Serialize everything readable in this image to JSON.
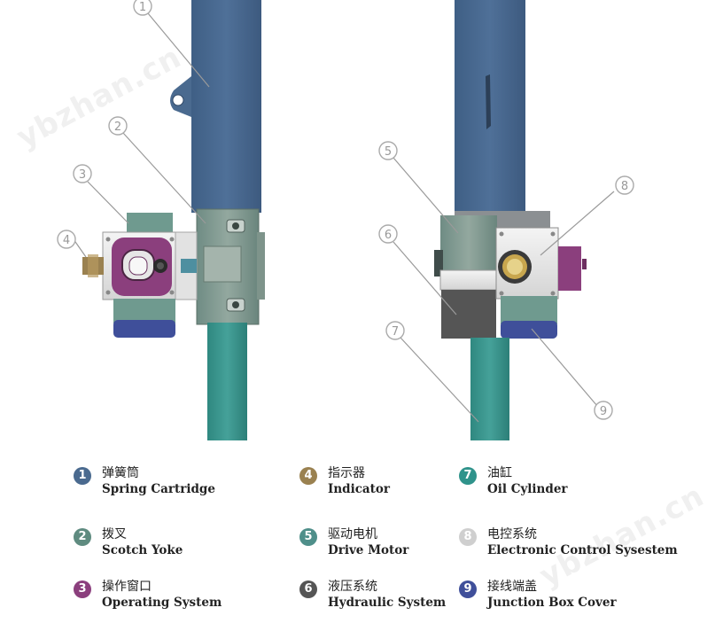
{
  "callouts": [
    "1",
    "2",
    "3",
    "4",
    "5",
    "6",
    "7",
    "8",
    "9"
  ],
  "watermark": "ybzhan.cn",
  "colors": {
    "spring_cartridge": "#4a6a8f",
    "oil_cylinder": "#3f9289",
    "yoke": "#8d9b94",
    "drive_motor": "#6f9a8f",
    "operating": "#8b3f7d",
    "indicator": "#9a8150",
    "junction": "#3f4f9a",
    "hydraulic": "#555555",
    "electronic": "#c9c9c9"
  },
  "legend": [
    {
      "num": "1",
      "cn": "弹簧筒",
      "en": "Spring Cartridge",
      "color": "#4a6a8f"
    },
    {
      "num": "2",
      "cn": "拨叉",
      "en": "Scotch Yoke",
      "color": "#5f8b80"
    },
    {
      "num": "3",
      "cn": "操作窗口",
      "en": "Operating System",
      "color": "#8b3f7d"
    },
    {
      "num": "4",
      "cn": "指示器",
      "en": "Indicator",
      "color": "#9a8150"
    },
    {
      "num": "5",
      "cn": "驱动电机",
      "en": "Drive Motor",
      "color": "#4f8f8a"
    },
    {
      "num": "6",
      "cn": "液压系统",
      "en": "Hydraulic System",
      "color": "#555555"
    },
    {
      "num": "7",
      "cn": "油缸",
      "en": "Oil Cylinder",
      "color": "#2f938b"
    },
    {
      "num": "8",
      "cn": "电控系统",
      "en": "Electronic Control Sysestem",
      "color": "#cfcfcf"
    },
    {
      "num": "9",
      "cn": "接线端盖",
      "en": "Junction Box Cover",
      "color": "#3f4f9a"
    }
  ]
}
